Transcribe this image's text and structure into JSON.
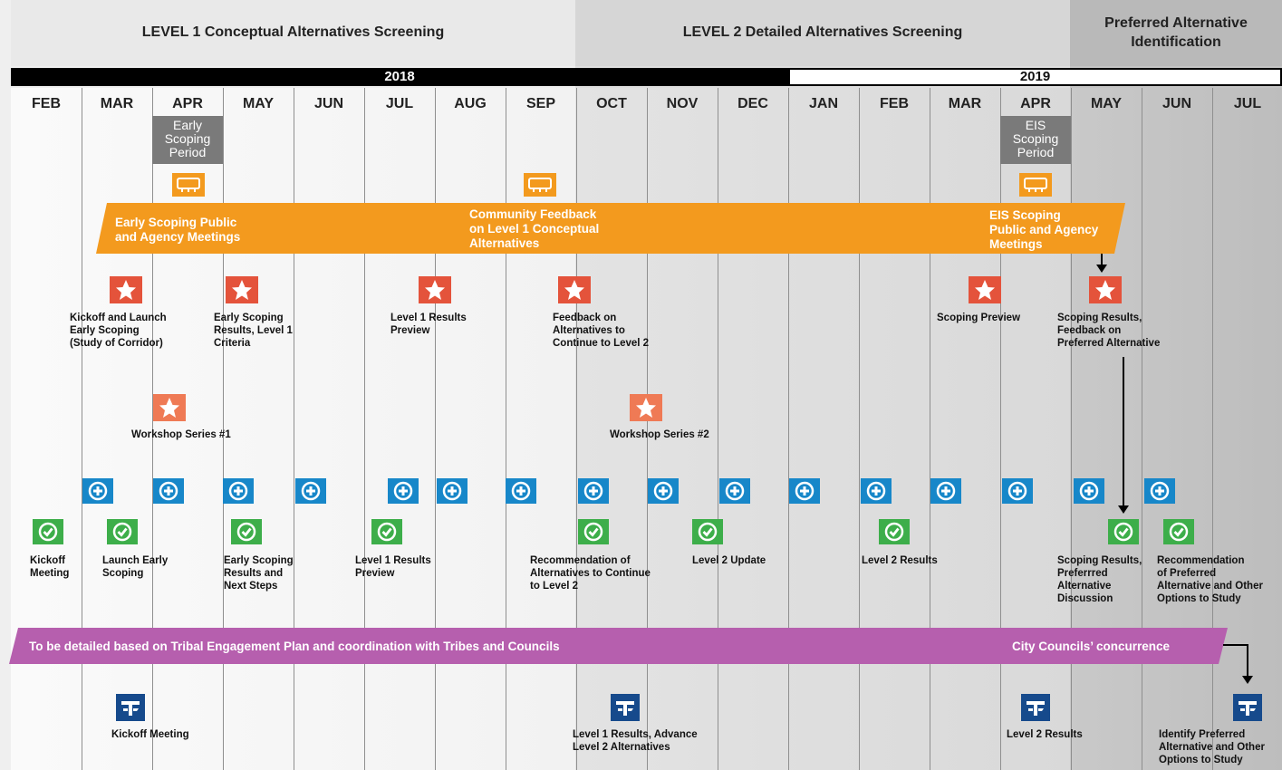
{
  "phases": [
    {
      "title": "LEVEL 1 Conceptual Alternatives Screening"
    },
    {
      "title": "LEVEL 2 Detailed Alternatives Screening"
    },
    {
      "title": "Preferred Alternative\nIdentification"
    }
  ],
  "years": [
    "2018",
    "2019"
  ],
  "months": [
    "FEB",
    "MAR",
    "APR",
    "MAY",
    "JUN",
    "JUL",
    "AUG",
    "SEP",
    "OCT",
    "NOV",
    "DEC",
    "JAN",
    "FEB",
    "MAR",
    "APR",
    "MAY",
    "JUN",
    "JUL"
  ],
  "periods": {
    "early": "Early\nScoping\nPeriod",
    "eis": "EIS\nScoping\nPeriod"
  },
  "orange_banner": {
    "left": "Early Scoping Public\nand Agency Meetings",
    "mid": "Community Feedback\non Level 1 Conceptual\nAlternatives",
    "right": "EIS Scoping\nPublic and Agency\nMeetings"
  },
  "star_row": [
    "Kickoff and Launch\nEarly Scoping\n(Study of Corridor)",
    "Early Scoping\nResults, Level 1\nCriteria",
    "Level 1 Results\nPreview",
    "Feedback on\nAlternatives to\nContinue to Level 2",
    "Scoping Preview",
    "Scoping Results,\nFeedback on\nPreferred Alternative"
  ],
  "workshops": [
    "Workshop Series #1",
    "Workshop Series #2"
  ],
  "check_row": [
    "Kickoff\nMeeting",
    "Launch Early\nScoping",
    "Early Scoping\nResults and\nNext Steps",
    "Level 1 Results\nPreview",
    "Recommendation of\nAlternatives to Continue\nto Level 2",
    "Level 2 Update",
    "Level 2 Results",
    "Scoping Results,\nPreferrred\nAlternative\nDiscussion",
    "Recommendation\nof Preferred\nAlternative and Other\nOptions to Study"
  ],
  "purple_banner": {
    "left": "To be detailed based on Tribal Engagement Plan and coordination with Tribes and Councils",
    "right": "City Councils’ concurrence"
  },
  "transit_row": [
    "Kickoff Meeting",
    "Level 1 Results, Advance\nLevel 2 Alternatives",
    "Level 2 Results",
    "Identify Preferred\nAlternative and Other\nOptions to Study"
  ],
  "colors": {
    "orange": "#f39a1e",
    "purple": "#b65fae",
    "red_star": "#e4533b",
    "blue_plus": "#1787c9",
    "green_check": "#3dae4a",
    "navy": "#164a8c"
  },
  "icons": [
    "meeting-icon",
    "star-icon",
    "plus-icon",
    "check-icon",
    "transit-logo-icon"
  ]
}
